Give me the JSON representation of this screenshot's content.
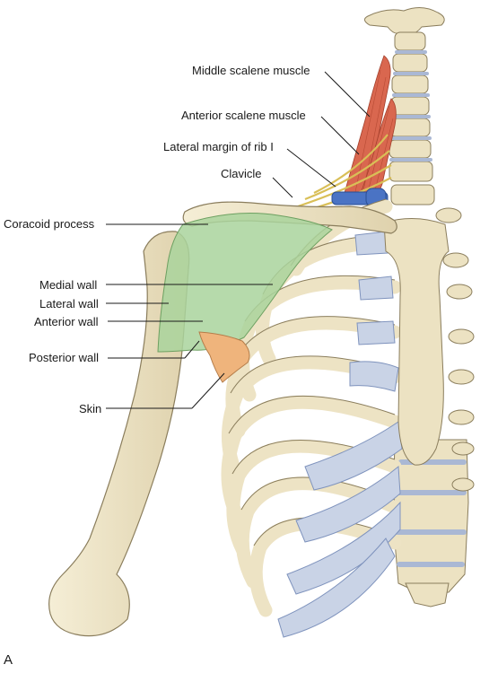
{
  "labels": {
    "middle_scalene": "Middle scalene muscle",
    "anterior_scalene": "Anterior scalene muscle",
    "rib_margin": "Lateral margin of rib I",
    "clavicle": "Clavicle",
    "coracoid": "Coracoid process",
    "medial_wall": "Medial wall",
    "lateral_wall": "Lateral wall",
    "anterior_wall": "Anterior wall",
    "posterior_wall": "Posterior wall",
    "skin": "Skin"
  },
  "panel_letter": "A",
  "colors": {
    "bone": "#ede3c4",
    "bone_outline": "#8a7d5c",
    "cartilage": "#c9d3e6",
    "muscle": "#d9674f",
    "axilla_walls": "#a9d39c",
    "skin": "#efb47c",
    "nerve": "#e8d27a",
    "vessel": "#4a73c4"
  }
}
